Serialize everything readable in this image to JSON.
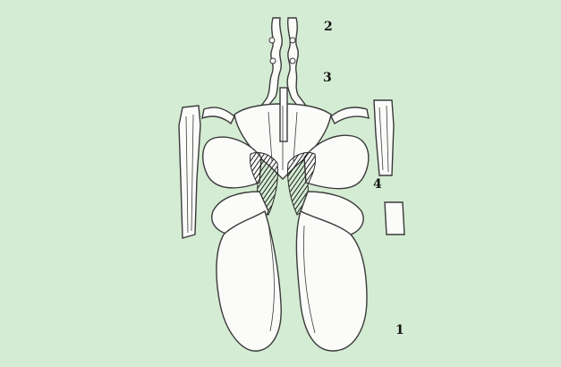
{
  "figure": {
    "background_color": "#d4ecd3",
    "ink_color": "#3a3a3a",
    "dark_fill_color": "#2e2e2e",
    "part_fill_color": "#fbfcfa",
    "labels": [
      {
        "id": "2",
        "text": "2"
      },
      {
        "id": "3",
        "text": "3"
      },
      {
        "id": "4",
        "text": "4"
      },
      {
        "id": "1",
        "text": "1"
      }
    ]
  }
}
